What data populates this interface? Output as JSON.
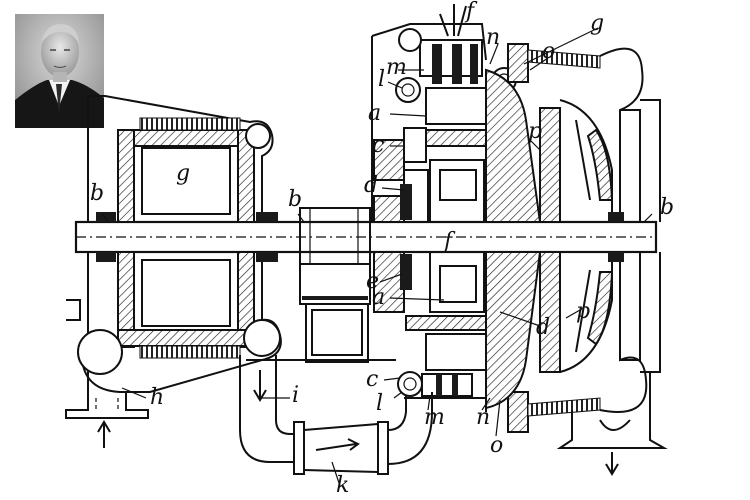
{
  "labels": {
    "f_top": "f",
    "g_right": "g",
    "n_top": "n",
    "o_top": "o",
    "l_top": "l",
    "m_top": "m",
    "a_top": "a",
    "c_top": "c",
    "d_left": "d",
    "p_top": "p",
    "b_right": "b",
    "b_left": "b",
    "b_mid": "b",
    "g_left": "g",
    "f_mid": "f",
    "e_mid": "e",
    "a_mid": "a",
    "d_mid": "d",
    "p_bottom": "p",
    "c_bottom": "c",
    "l_bottom": "l",
    "m_bottom": "m",
    "n_bottom": "n",
    "o_bottom": "o",
    "h": "h",
    "i": "i",
    "k": "k"
  }
}
